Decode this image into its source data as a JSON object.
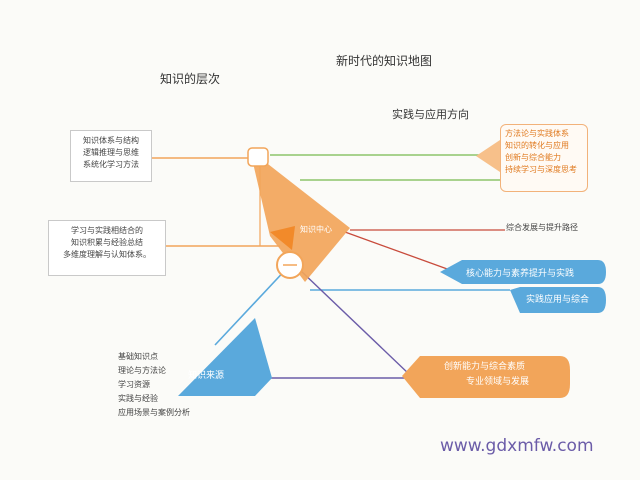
{
  "title": "新时代的知识地图",
  "subtitle_left": "知识的层次",
  "subtitle_right": "实践与应用方向",
  "box1": [
    "知识体系与结构",
    "逻辑推理与思维",
    "系统化学习方法"
  ],
  "box2": [
    "学习与实践相结合的",
    "知识积累与经验总结",
    "多维度理解与认知体系。"
  ],
  "orange_card": [
    "方法论与实践体系",
    "知识的转化与应用",
    "创新与综合能力",
    "持续学习与深度思考"
  ],
  "side_label": "综合发展与提升路径",
  "blue_pill": [
    "核心能力与素养提升与实践",
    "实践应用与综合"
  ],
  "orange_pill": [
    "创新能力与综合素质",
    "专业领域与发展"
  ],
  "blue_triangle_label": "知识来源",
  "orange_triangle_label": "知识中心",
  "list": [
    "基础知识点",
    "理论与方法论",
    "学习资源",
    "实践与经验",
    "应用场景与案例分析"
  ],
  "watermark": "www.gdxmfw.com",
  "colors": {
    "orange": "#f2a55a",
    "orange_light": "#f7c08a",
    "blue": "#5aa9dc",
    "green": "#8cc46a",
    "red": "#c84b3c",
    "purple": "#6b5ca8",
    "gray_line": "#b5b5b5"
  }
}
